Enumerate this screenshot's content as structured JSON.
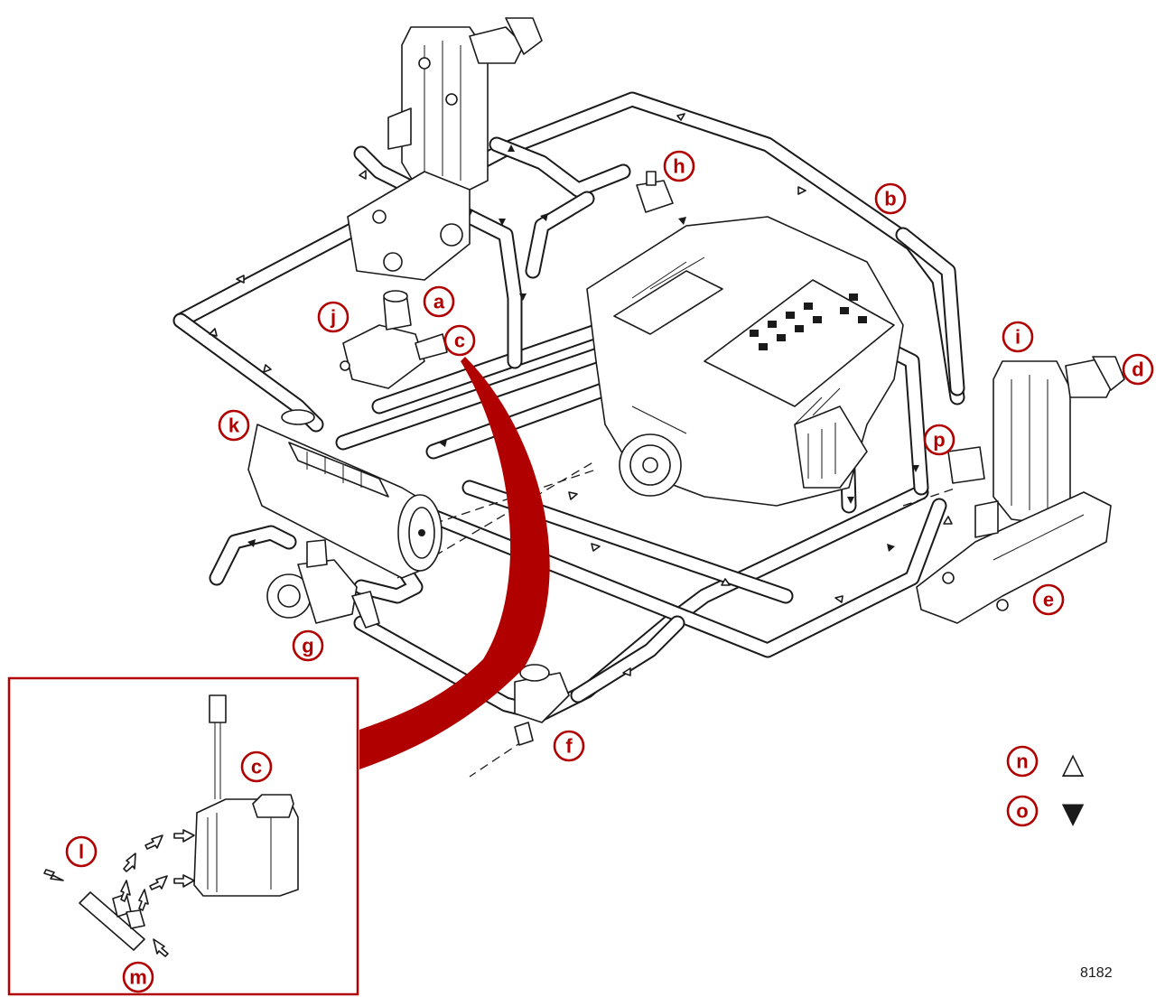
{
  "figure": {
    "figure_number": "8182",
    "accent_color": "#b00000",
    "line_color": "#1a1a1a",
    "callouts": {
      "a": "a",
      "b": "b",
      "c": "c",
      "c_inset": "c",
      "d": "d",
      "e": "e",
      "f": "f",
      "g": "g",
      "h": "h",
      "i": "i",
      "j": "j",
      "k": "k",
      "l": "l",
      "m": "m",
      "n": "n",
      "o": "o",
      "p": "p"
    },
    "legend": {
      "n_symbol": "△",
      "o_symbol": "▼"
    }
  }
}
